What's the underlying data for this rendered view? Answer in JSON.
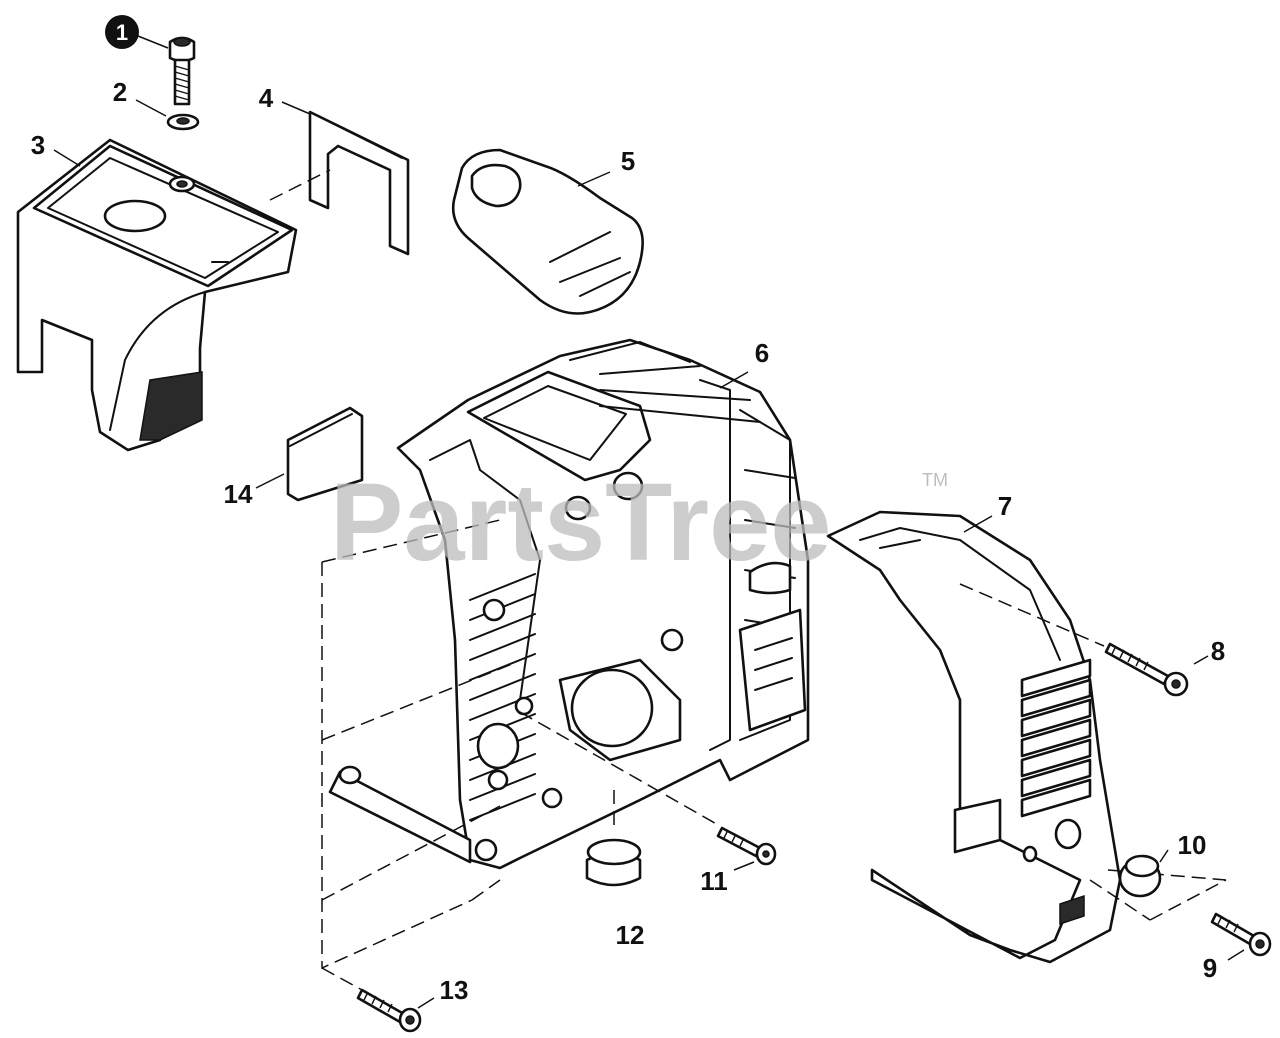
{
  "watermark": {
    "brand": "PartsTree",
    "trademark": "TM"
  },
  "callouts": [
    "1",
    "2",
    "3",
    "4",
    "5",
    "6",
    "7",
    "8",
    "9",
    "10",
    "11",
    "12",
    "13",
    "14"
  ],
  "colors": {
    "line": "#111111",
    "watermark": "#bdbdbd",
    "background": "#ffffff"
  }
}
